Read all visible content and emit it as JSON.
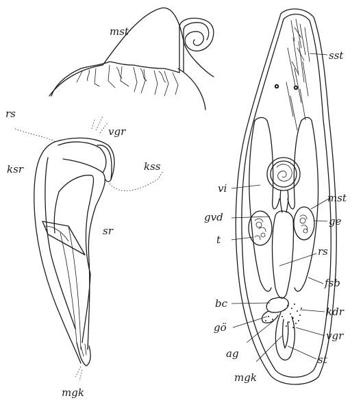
{
  "colors": {
    "ink": "#1a1a1a",
    "paper": "#ffffff"
  },
  "figure_top": {
    "labels": {
      "mst": "mst"
    }
  },
  "figure_left": {
    "labels": {
      "rs": "rs",
      "vgr": "vgr",
      "ksr": "ksr",
      "kss": "kss",
      "sr": "sr",
      "mgk": "mgk"
    }
  },
  "figure_right": {
    "labels": {
      "sst": "sst",
      "vi": "vi",
      "mst": "mst",
      "gvd": "gvd",
      "ge": "ge",
      "t": "t",
      "rs": "rs",
      "fsb": "fsb",
      "bc": "bc",
      "kdr": "kdr",
      "go": "gö",
      "vgr": "vgr",
      "ag": "ag",
      "st": "st",
      "mgk": "mgk"
    }
  }
}
